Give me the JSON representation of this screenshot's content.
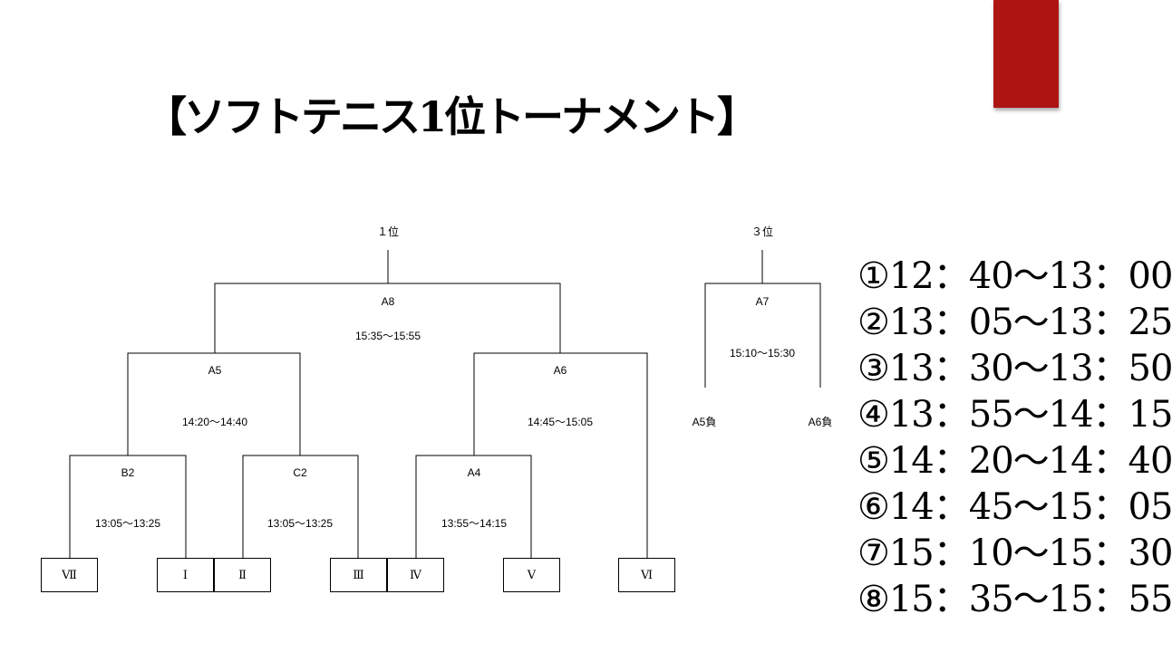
{
  "title": "【ソフトテニス1位トーナメント】",
  "bracket_main": {
    "winner_label": "１位",
    "final": {
      "match": "A8",
      "time": "15:35～15:55"
    },
    "semi_left": {
      "match": "A5",
      "time": "14:20～14:40"
    },
    "semi_right": {
      "match": "A6",
      "time": "14:45～15:05"
    },
    "qf_b2": {
      "match": "B2",
      "time": "13:05～13:25"
    },
    "qf_c2": {
      "match": "C2",
      "time": "13:05～13:25"
    },
    "qf_a4": {
      "match": "A4",
      "time": "13:55～14:15"
    },
    "teams": [
      "Ⅶ",
      "Ⅰ",
      "Ⅱ",
      "Ⅲ",
      "Ⅳ",
      "Ⅴ",
      "Ⅵ"
    ]
  },
  "bracket_third": {
    "label": "３位",
    "match": "A7",
    "time": "15:10～15:30",
    "left_entry": "A5負",
    "right_entry": "A6負"
  },
  "schedule": [
    "①12：40～13：00",
    "②13：05～13：25",
    "③13：30～13：50",
    "④13：55～14：15",
    "⑤14：20～14：40",
    "⑥14：45～15：05",
    "⑦15：10～15：30",
    "⑧15：35～15：55"
  ],
  "colors": {
    "accent": "#ad1513"
  }
}
